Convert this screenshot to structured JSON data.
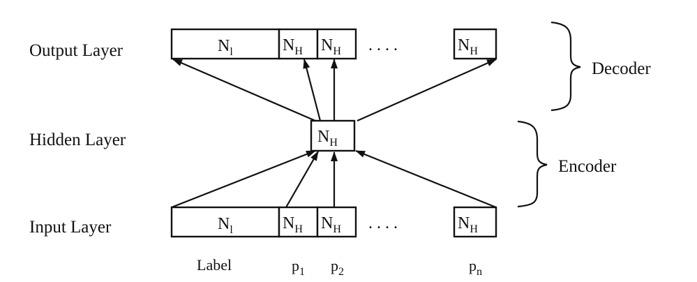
{
  "layers": {
    "output": "Output Layer",
    "hidden": "Hidden Layer",
    "input": "Input Layer"
  },
  "braces": {
    "decoder": "Decoder",
    "encoder": "Encoder"
  },
  "cells": {
    "label_cell": {
      "main": "N",
      "sub": "l"
    },
    "hidden_cell": {
      "main": "N",
      "sub": "H"
    }
  },
  "ellipsis": ". . . .",
  "footer": {
    "label": "Label",
    "p1": {
      "main": "p",
      "sub": "1"
    },
    "p2": {
      "main": "p",
      "sub": "2"
    },
    "pn": {
      "main": "p",
      "sub": "n"
    }
  }
}
